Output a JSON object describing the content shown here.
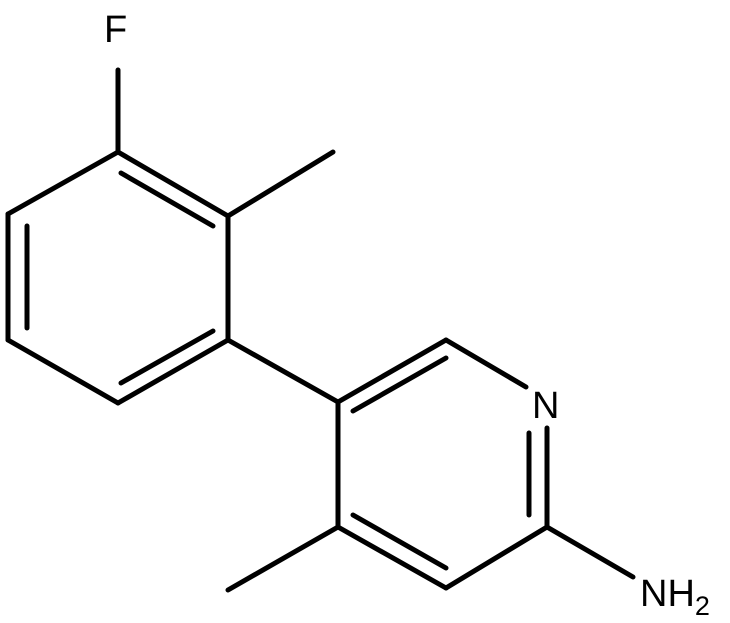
{
  "molecule": {
    "atoms": {
      "fluorine": "F",
      "ring_nitrogen": "N",
      "amine": "NH",
      "amine_subscript": "2"
    },
    "colors": {
      "bond": "#000000",
      "label": "#000000",
      "background": "#ffffff"
    }
  }
}
